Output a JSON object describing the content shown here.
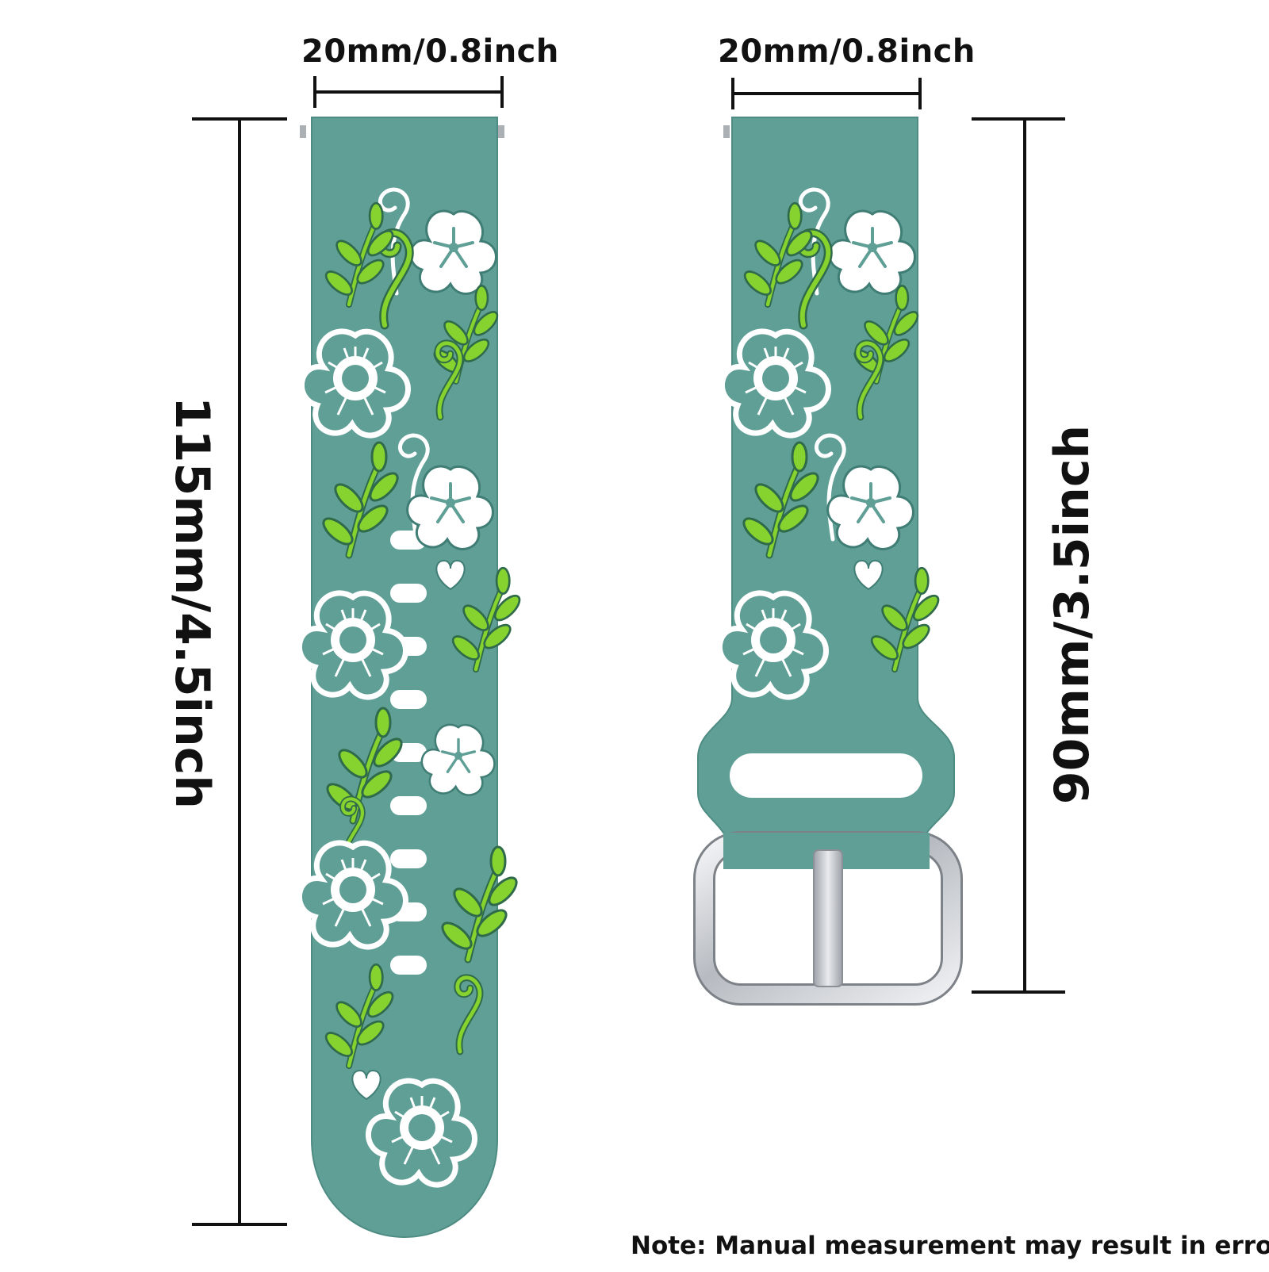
{
  "dimensions": {
    "left_strap_width": "20mm/0.8inch",
    "right_strap_width": "20mm/0.8inch",
    "left_strap_length": "115mm/4.5inch",
    "right_strap_length": "90mm/3.5inch"
  },
  "note": "Note: Manual measurement may result in errors",
  "colors": {
    "strap": "#5f9f96",
    "strap_edge": "#3f7d75",
    "flower": "#ffffff",
    "leaf": "#86d22e",
    "leaf_outline": "#2f6a4a",
    "measure_line": "#111111",
    "buckle": "#c9ccd0"
  }
}
